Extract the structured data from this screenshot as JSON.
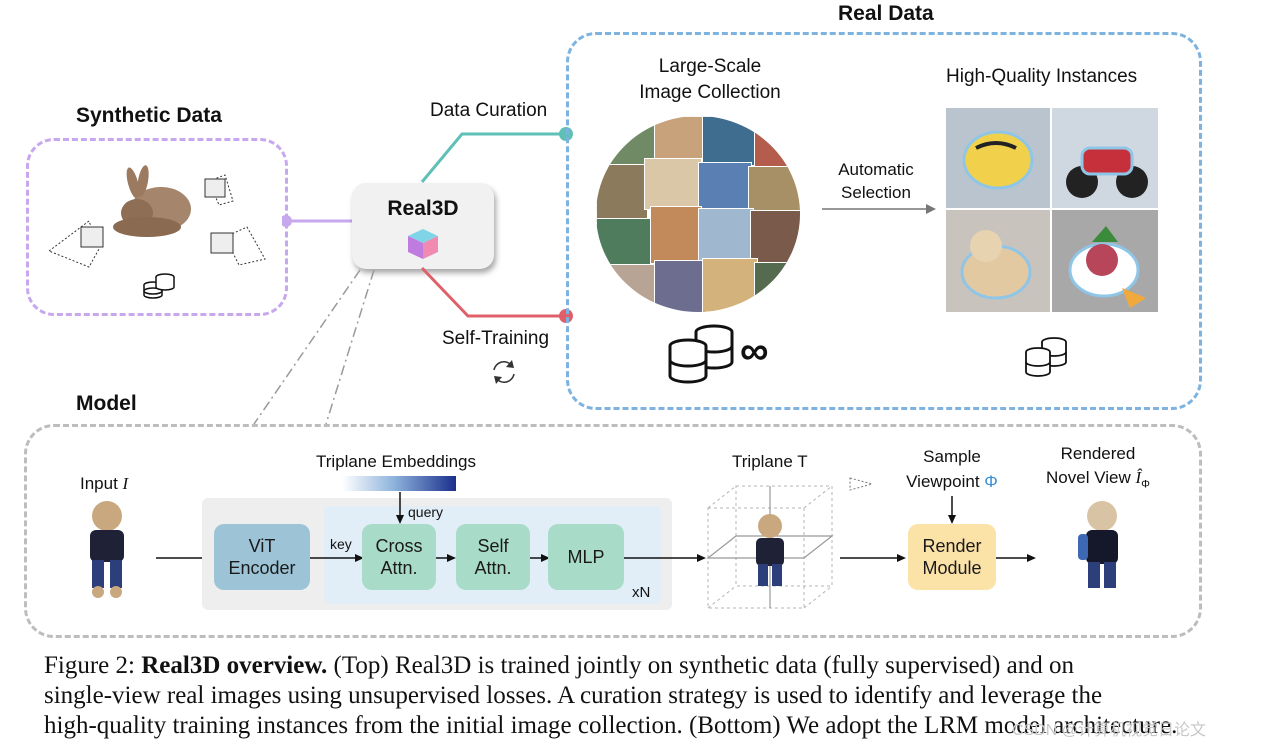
{
  "top": {
    "synthetic_title": "Synthetic Data",
    "real_title": "Real Data",
    "real3d_label": "Real3D",
    "data_curation": "Data Curation",
    "self_training": "Self-Training",
    "collection_title_line1": "Large-Scale",
    "collection_title_line2": "Image Collection",
    "automatic_line1": "Automatic",
    "automatic_line2": "Selection",
    "hq_title": "High-Quality Instances",
    "infinity": "∞"
  },
  "model": {
    "title": "Model",
    "input_label": "Input",
    "input_var": "I",
    "triplane_emb": "Triplane Embeddings",
    "query": "query",
    "key": "key",
    "vit_line1": "ViT",
    "vit_line2": "Encoder",
    "cross_line1": "Cross",
    "cross_line2": "Attn.",
    "self_line1": "Self",
    "self_line2": "Attn.",
    "mlp": "MLP",
    "xn": "xN",
    "triplane_label": "Triplane",
    "triplane_var": "T",
    "sample_line1": "Sample",
    "sample_line2": "Viewpoint",
    "phi": "Φ",
    "render_line1": "Render",
    "render_line2": "Module",
    "rendered_line1": "Rendered",
    "rendered_line2": "Novel View",
    "rendered_var": "Î",
    "rendered_sub": "Φ"
  },
  "caption": {
    "fig_label": "Figure 2:",
    "bold_part": "Real3D overview.",
    "line1_rest": "(Top) Real3D is trained jointly on synthetic data (fully supervised) and on",
    "line2": "single-view real images using unsupervised losses. A curation strategy is used to identify and leverage the",
    "line3": "high-quality training instances from the initial image collection. (Bottom) We adopt the LRM model architecture."
  },
  "watermark": "CSDN @计算机视觉日论文",
  "colors": {
    "synthetic_border": "#c7a8ee",
    "real_border": "#7fb3df",
    "curation_line": "#5fc0b8",
    "selftrain_line": "#e0606a",
    "vit_fill": "#9cc3d6",
    "attn_fill": "#a9dcc8",
    "render_fill": "#fbe3a8",
    "phi_color": "#3a8fd6"
  },
  "icons": [
    "bunny-icon",
    "camera-icon",
    "database-icon",
    "cube-icon",
    "sync-icon",
    "arrow-icon",
    "doll-icon",
    "eye-icon"
  ]
}
